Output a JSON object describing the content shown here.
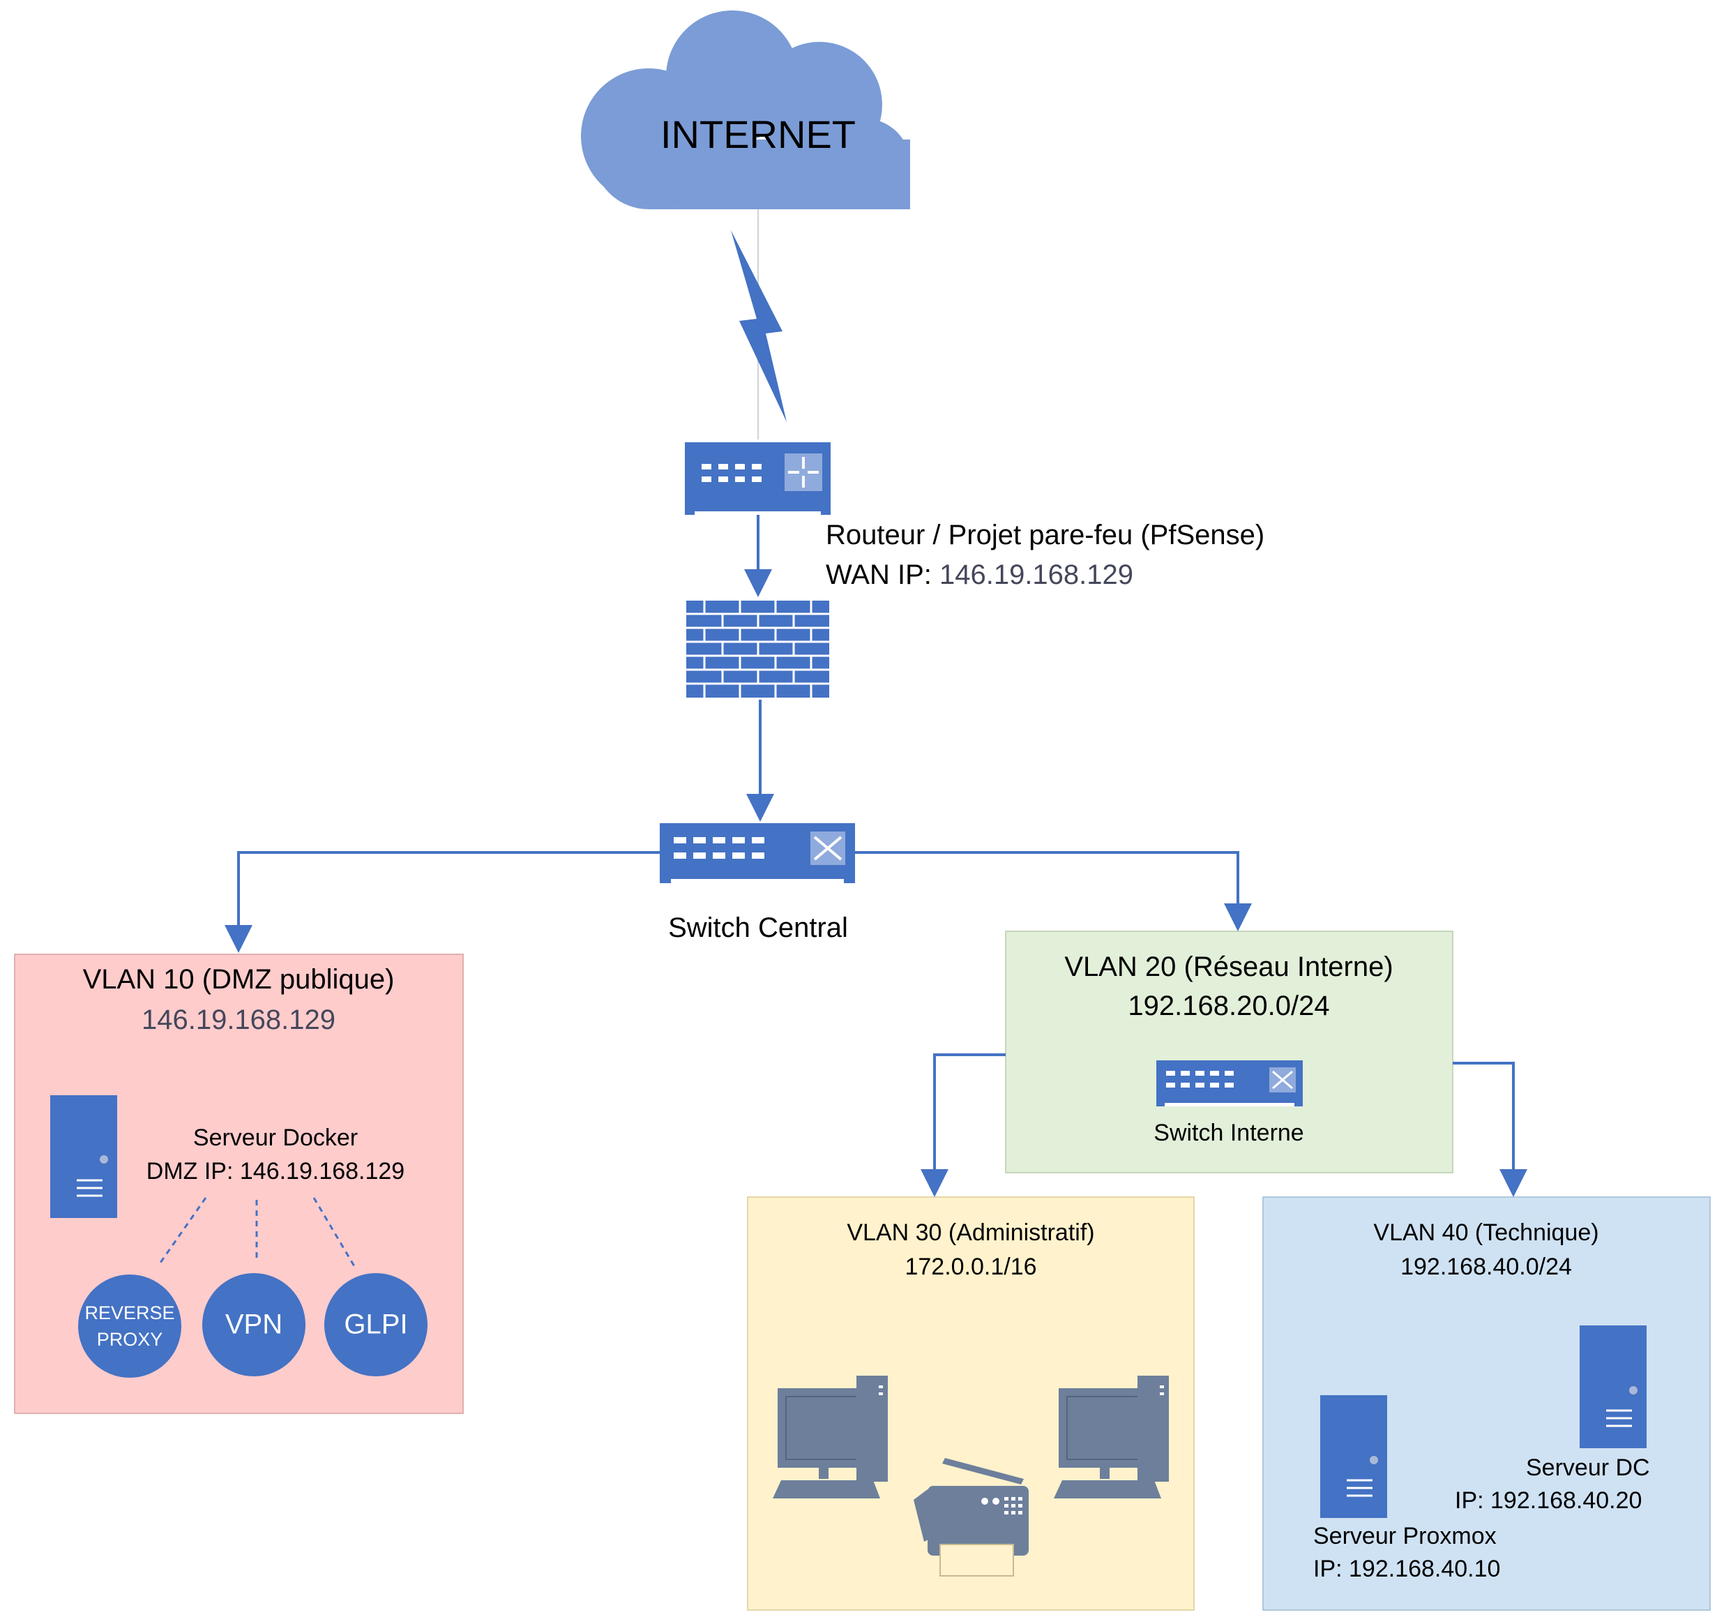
{
  "colors": {
    "accent": "#4472c4",
    "cloud": "#7b9cd6",
    "vlan10_bg": "#ffcccc",
    "vlan20_bg": "#e2efd9",
    "vlan30_bg": "#fff2cc",
    "vlan40_bg": "#cfe2f3",
    "workstation": "#6d7f9b"
  },
  "internet": {
    "label": "INTERNET"
  },
  "router": {
    "icon": "router-icon",
    "label": "Routeur / Projet pare-feu (PfSense)",
    "wan_prefix": "WAN IP: ",
    "wan_ip": "146.19.168.129"
  },
  "firewall": {
    "icon": "firewall-icon"
  },
  "switch_central": {
    "icon": "switch-icon",
    "label": "Switch Central"
  },
  "vlan10": {
    "title": "VLAN 10 (DMZ publique)",
    "subnet": "146.19.168.129",
    "server_name": "Serveur Docker",
    "server_ip": "DMZ IP: 146.19.168.129",
    "services": [
      "REVERSE",
      "PROXY",
      "VPN",
      "GLPI"
    ]
  },
  "vlan20": {
    "title": "VLAN 20 (Réseau Interne)",
    "subnet": "192.168.20.0/24",
    "switch_label": "Switch Interne"
  },
  "vlan30": {
    "title": "VLAN 30 (Administratif)",
    "subnet": "172.0.0.1/16",
    "icons": [
      "workstation-icon",
      "printer-icon",
      "workstation-icon"
    ]
  },
  "vlan40": {
    "title": "VLAN 40 (Technique)",
    "subnet": "192.168.40.0/24",
    "dc_name": "Serveur DC",
    "dc_ip": "IP: 192.168.40.20",
    "proxmox_name": "Serveur Proxmox",
    "proxmox_ip": "IP: 192.168.40.10"
  }
}
